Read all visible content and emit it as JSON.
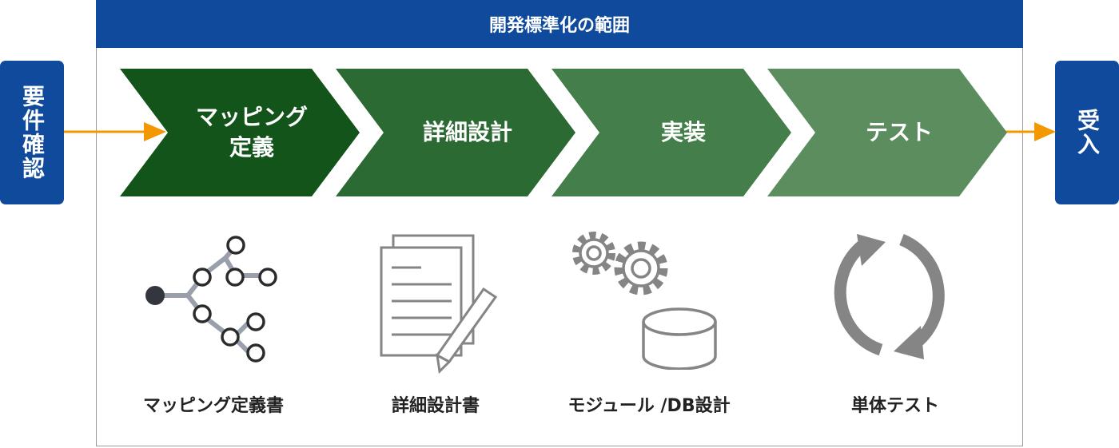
{
  "header": {
    "title": "開発標準化の範囲"
  },
  "left_box": {
    "label": "要件確認"
  },
  "right_box": {
    "label": "受入"
  },
  "phases": [
    {
      "label": "マッピング\n定義",
      "color": "#13541b"
    },
    {
      "label": "詳細設計",
      "color": "#2c6a33"
    },
    {
      "label": "実装",
      "color": "#447e4a"
    },
    {
      "label": "テスト",
      "color": "#5b8d5f"
    }
  ],
  "deliverables": [
    {
      "label": "マッピング定義書",
      "icon": "tree-icon"
    },
    {
      "label": "詳細設計書",
      "icon": "document-pencil-icon"
    },
    {
      "label": "モジュール /DB設計",
      "icon": "gears-database-icon"
    },
    {
      "label": "単体テスト",
      "icon": "cycle-icon"
    }
  ],
  "colors": {
    "brand_blue": "#0f4a9c",
    "arrow_orange": "#f39800",
    "icon_gray": "#858585"
  }
}
